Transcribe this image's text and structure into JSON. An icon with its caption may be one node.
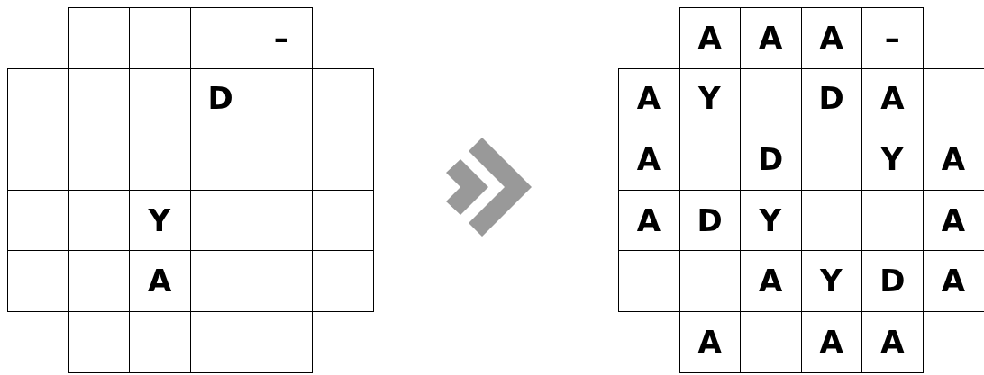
{
  "diagram": {
    "labels": [
      "–",
      "D",
      "Y",
      "A",
      "A",
      "A",
      "A",
      "–",
      "A",
      "Y",
      "D",
      "A",
      "A",
      "D",
      "Y",
      "A",
      "A",
      "D",
      "Y",
      "A",
      "A",
      "Y",
      "D",
      "A",
      "A",
      "A",
      "A"
    ]
  }
}
